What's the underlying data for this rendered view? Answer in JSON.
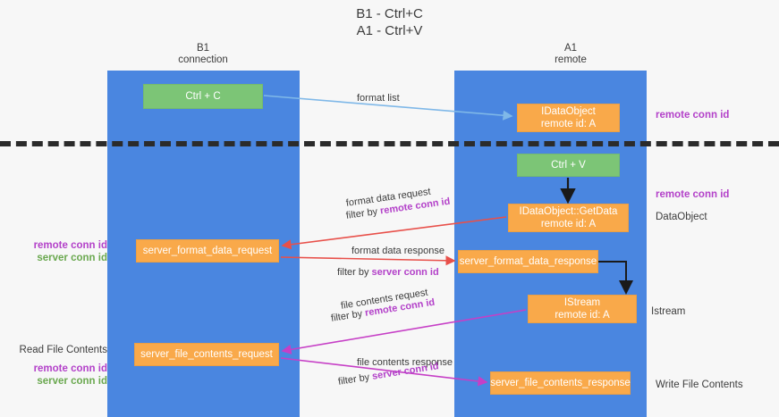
{
  "title": {
    "line1": "B1 - Ctrl+C",
    "line2": "A1 - Ctrl+V"
  },
  "lanes": [
    {
      "name": "B1",
      "sub": "connection",
      "color": "#4a86e0"
    },
    {
      "name": "A1",
      "sub": "remote",
      "color": "#4a86e0"
    }
  ],
  "colors": {
    "lane": "#4a86e0",
    "green_node": "#7cc576",
    "orange_node": "#f9a94a",
    "remote_conn_id": "#b341c9",
    "server_conn_id": "#6aa84f",
    "divider": "#2b2b2b",
    "arrow_blue": "#7fb8e8",
    "arrow_red": "#e8504a",
    "arrow_magenta": "#c63fc6",
    "arrow_black": "#1a1a1a"
  },
  "nodes": {
    "ctrl_c": {
      "label": "Ctrl + C"
    },
    "idataobject": {
      "line1": "IDataObject",
      "line2": "remote id: A"
    },
    "ctrl_v": {
      "label": "Ctrl + V"
    },
    "getdata": {
      "line1": "IDataObject::GetData",
      "line2": "remote id: A"
    },
    "server_format_data_request": {
      "label": "server_format_data_request"
    },
    "server_format_data_response": {
      "label": "server_format_data_response"
    },
    "istream": {
      "line1": "IStream",
      "line2": "remote id: A"
    },
    "server_file_contents_request": {
      "label": "server_file_contents_request"
    },
    "server_file_contents_response": {
      "label": "server_file_contents_response"
    }
  },
  "edges": {
    "format_list": {
      "label": "format list"
    },
    "format_data_request": {
      "line1": "format data request",
      "filter_prefix": "filter by ",
      "filter_key": "remote conn id"
    },
    "format_data_response": {
      "line1": "format data response",
      "filter_prefix": "filter by ",
      "filter_key": "server conn id"
    },
    "file_contents_request": {
      "line1": "file contents request",
      "filter_prefix": "filter by ",
      "filter_key": "remote conn id"
    },
    "file_contents_response": {
      "line1": "file contents response",
      "filter_prefix": "filter by ",
      "filter_key": "server conn id"
    }
  },
  "annotations": {
    "right_remote_top": "remote conn id",
    "right_remote_mid": "remote conn id",
    "right_dataobject": "DataObject",
    "right_istream": "Istream",
    "right_write_file": "Write File Contents",
    "left_mid_remote": "remote conn id",
    "left_mid_server": "server conn id",
    "left_read_file": "Read File Contents",
    "left_bottom_remote": "remote conn id",
    "left_bottom_server": "server conn id"
  }
}
